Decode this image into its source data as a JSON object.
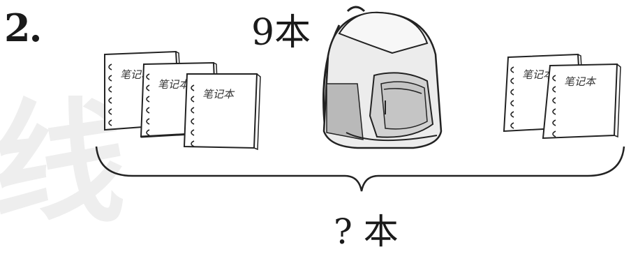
{
  "problem": {
    "number": "2.",
    "bag_count": "9本",
    "total_label": "? 本",
    "notebook_label": "笔记本",
    "watermark": "线"
  },
  "icons": {
    "notebook": "notebook-icon",
    "backpack": "backpack-icon",
    "brace": "curly-brace-icon"
  }
}
